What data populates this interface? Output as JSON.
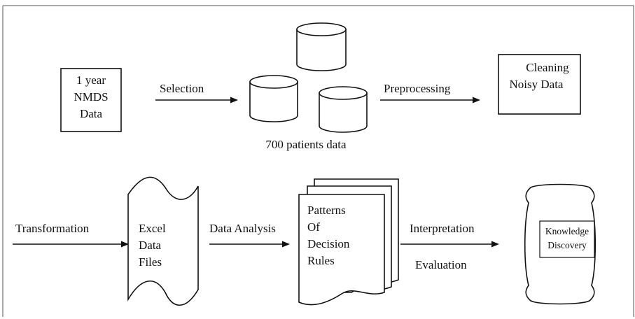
{
  "colors": {
    "stroke": "#111111",
    "background": "#ffffff",
    "frame": "#555555"
  },
  "nodes": {
    "nmds": {
      "lines": [
        "1 year",
        "NMDS",
        "Data"
      ]
    },
    "patients": {
      "caption": "700 patients data"
    },
    "cleaning": {
      "lines": [
        "Cleaning",
        "Noisy Data"
      ]
    },
    "excel": {
      "lines": [
        "Excel",
        "Data",
        "Files"
      ]
    },
    "patterns": {
      "lines": [
        "Patterns",
        "Of",
        "Decision",
        "Rules"
      ]
    },
    "knowledge": {
      "lines": [
        "Knowledge",
        "Discovery"
      ]
    }
  },
  "edges": {
    "selection": {
      "label": "Selection"
    },
    "preprocessing": {
      "label": "Preprocessing"
    },
    "transformation": {
      "label": "Transformation"
    },
    "data_analysis": {
      "label": "Data Analysis"
    },
    "interpretation": {
      "label": "Interpretation",
      "label2": "Evaluation"
    }
  }
}
